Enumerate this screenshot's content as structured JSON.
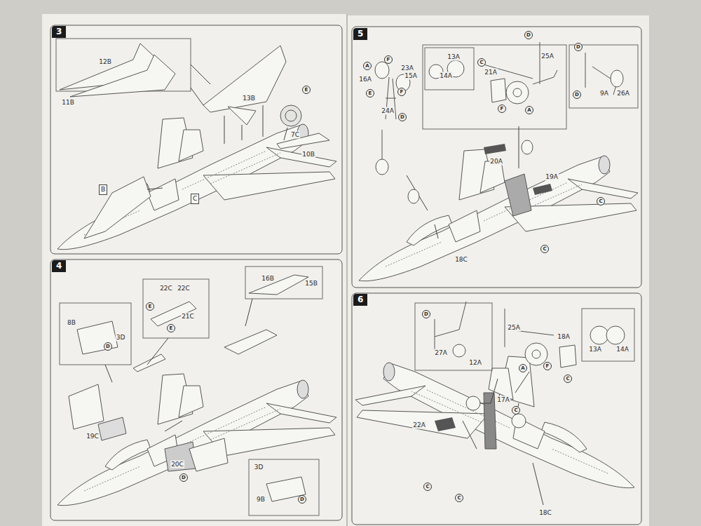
{
  "diagram": {
    "nodes": [
      {
        "text": [
          "3"
        ]
      },
      {
        "text": [
          "B"
        ]
      },
      {
        "text": [
          "C"
        ]
      },
      {
        "text": [
          "4"
        ]
      },
      {
        "text": [
          "5"
        ]
      },
      {
        "text": [
          "6"
        ]
      }
    ],
    "labels": [
      "12B",
      "11B",
      "13B",
      "E",
      "7C",
      "10B",
      "22C",
      "22C",
      "E",
      "21C",
      "E",
      "16B",
      "15B",
      "8B",
      "3D",
      "D",
      "19C",
      "20C",
      "D",
      "3D",
      "9B",
      "D",
      "A",
      "F",
      "23A",
      "16A",
      "15A",
      "E",
      "F",
      "24A",
      "D",
      "13A",
      "14A",
      "D",
      "C",
      "21A",
      "25A",
      "F",
      "A",
      "D",
      "D",
      "9A",
      "26A",
      "20A",
      "19A",
      "C",
      "C",
      "18C",
      "D",
      "27A",
      "12A",
      "25A",
      "18A",
      "A",
      "F",
      "C",
      "13A",
      "14A",
      "17A",
      "C",
      "22A",
      "C",
      "C",
      "18C"
    ]
  }
}
